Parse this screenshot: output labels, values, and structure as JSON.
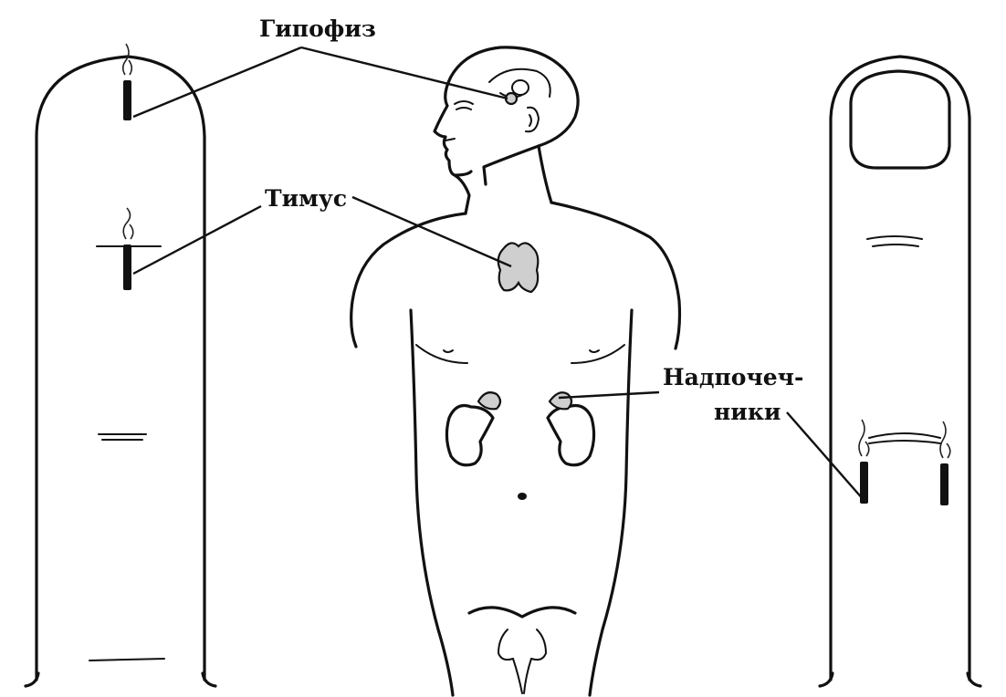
{
  "labels": {
    "pituitary": "Гипофиз",
    "thymus": "Тимус",
    "adrenals_line1": "Надпочеч-",
    "adrenals_line2": "ники"
  },
  "colors": {
    "ink": "#111111",
    "gland_fill": "#cfcfcf",
    "background": "#ffffff"
  }
}
